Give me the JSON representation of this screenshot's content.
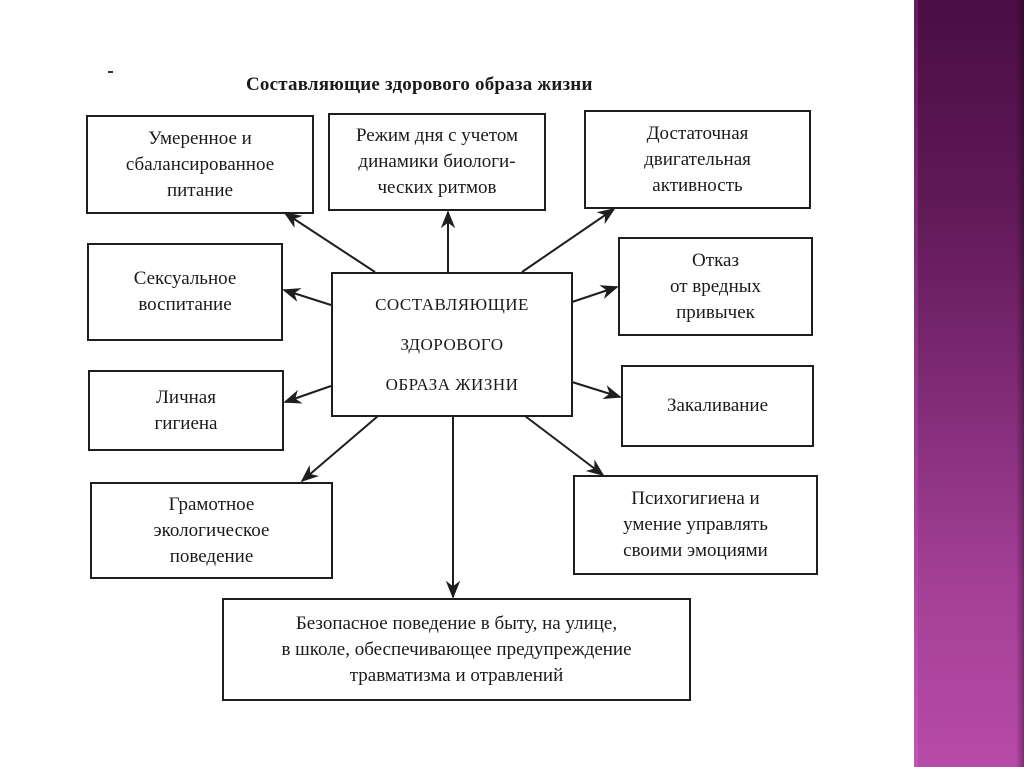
{
  "diagram": {
    "title": "Составляющие здорового образа жизни",
    "center": "СОСТАВЛЯЮЩИЕ\nЗДОРОВОГО\nОБРАЗА ЖИЗНИ",
    "nodes": [
      {
        "id": "nutrition",
        "label": "Умеренное и\nсбалансированное\nпитание"
      },
      {
        "id": "daily-regime",
        "label": "Режим дня с учетом\nдинамики биологи-\nческих ритмов"
      },
      {
        "id": "motor-activity",
        "label": "Достаточная\nдвигательная\nактивность"
      },
      {
        "id": "sex-education",
        "label": "Сексуальное\nвоспитание"
      },
      {
        "id": "bad-habits",
        "label": "Отказ\nот вредных\nпривычек"
      },
      {
        "id": "hygiene",
        "label": "Личная\nгигиена"
      },
      {
        "id": "hardening",
        "label": "Закаливание"
      },
      {
        "id": "ecology",
        "label": "Грамотное\nэкологическое\nповедение"
      },
      {
        "id": "psychohygiene",
        "label": "Психогигиена и\nумение управлять\nсвоими эмоциями"
      },
      {
        "id": "safety",
        "label": "Безопасное поведение в быту, на улице,\nв школе, обеспечивающее предупреждение\nтравматизма и отравлений"
      }
    ],
    "edges": [
      {
        "from": "center",
        "to": "nutrition"
      },
      {
        "from": "center",
        "to": "daily-regime"
      },
      {
        "from": "center",
        "to": "motor-activity"
      },
      {
        "from": "center",
        "to": "sex-education"
      },
      {
        "from": "center",
        "to": "bad-habits"
      },
      {
        "from": "center",
        "to": "hygiene"
      },
      {
        "from": "center",
        "to": "hardening"
      },
      {
        "from": "center",
        "to": "ecology"
      },
      {
        "from": "center",
        "to": "psychohygiene"
      },
      {
        "from": "center",
        "to": "safety"
      }
    ]
  },
  "theme": {
    "sidebar_top": "#4b0d43",
    "sidebar_bottom": "#b84aa8"
  }
}
